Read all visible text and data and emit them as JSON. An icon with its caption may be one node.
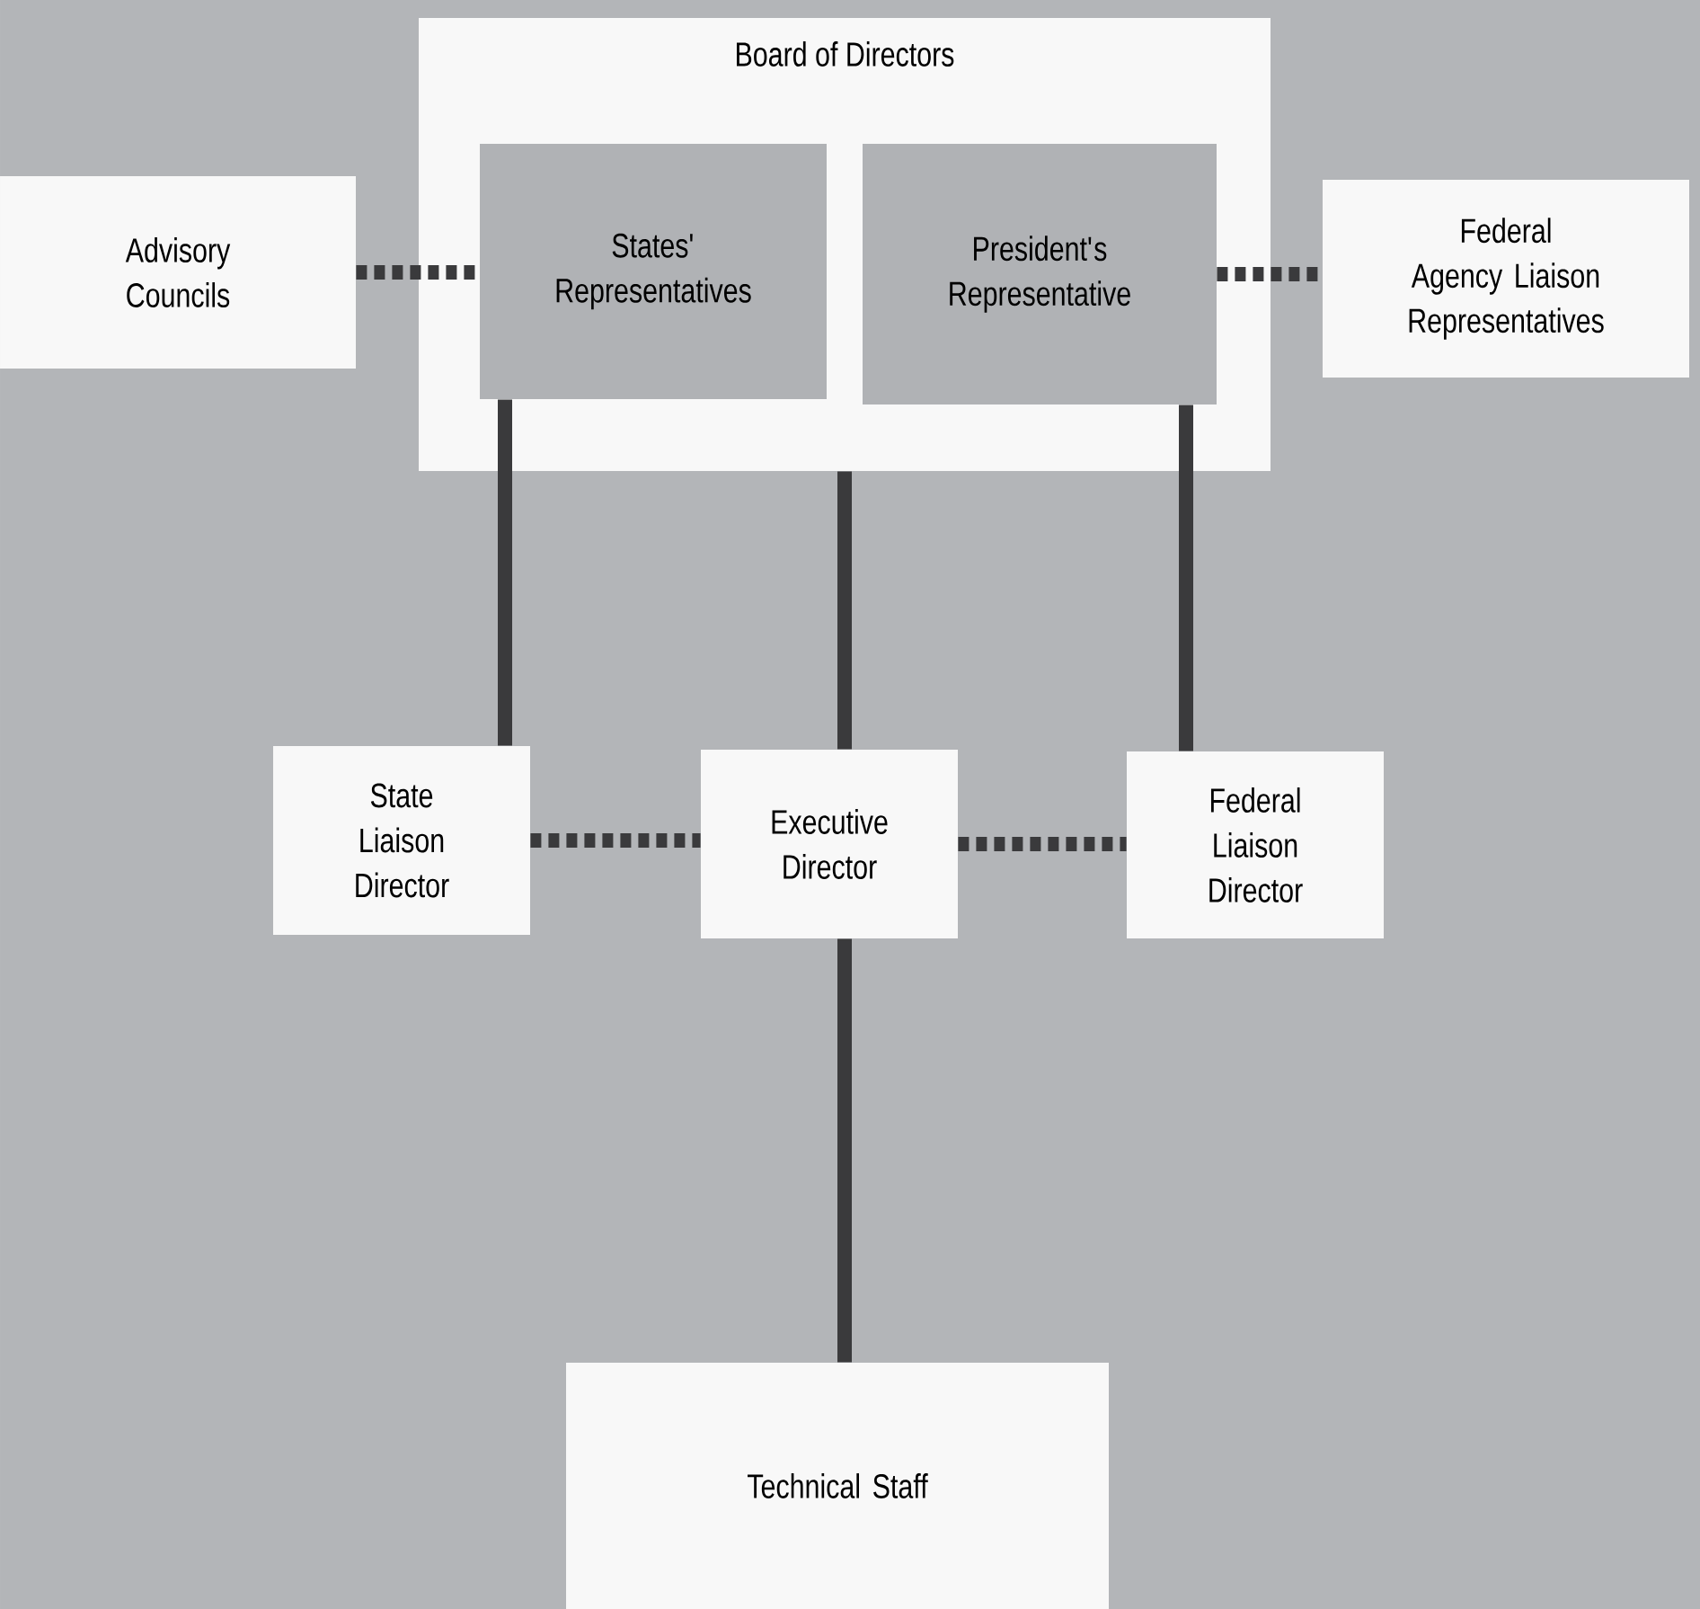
{
  "diagram": {
    "nodes": [
      {
        "text": [
          "Board of Directors"
        ]
      },
      {
        "text": [
          "States' Representatives"
        ],
        "in": 0
      },
      {
        "text": [
          "President's Representative"
        ],
        "in": 0
      },
      {
        "text": [
          "Advisory Councils"
        ]
      },
      {
        "text": [
          "Federal Agency Liaison Representatives"
        ]
      },
      {
        "text": [
          "State Liaison Director"
        ]
      },
      {
        "text": [
          "Executive Director"
        ]
      },
      {
        "text": [
          "Federal Liaison Director"
        ]
      },
      {
        "text": [
          "Technical Staff"
        ]
      }
    ],
    "edges": [
      {
        "from": 3,
        "to": 1,
        "arrow": "none",
        "style": "dashed"
      },
      {
        "from": 2,
        "to": 4,
        "arrow": "none",
        "style": "dashed"
      },
      {
        "from": 1,
        "to": 5,
        "arrow": "none"
      },
      {
        "from": 0,
        "to": 6,
        "arrow": "none"
      },
      {
        "from": 2,
        "to": 7,
        "arrow": "none"
      },
      {
        "from": 5,
        "to": 6,
        "arrow": "none",
        "style": "dashed"
      },
      {
        "from": 6,
        "to": 7,
        "arrow": "none",
        "style": "dashed"
      },
      {
        "from": 6,
        "to": 8,
        "arrow": "none"
      }
    ]
  }
}
